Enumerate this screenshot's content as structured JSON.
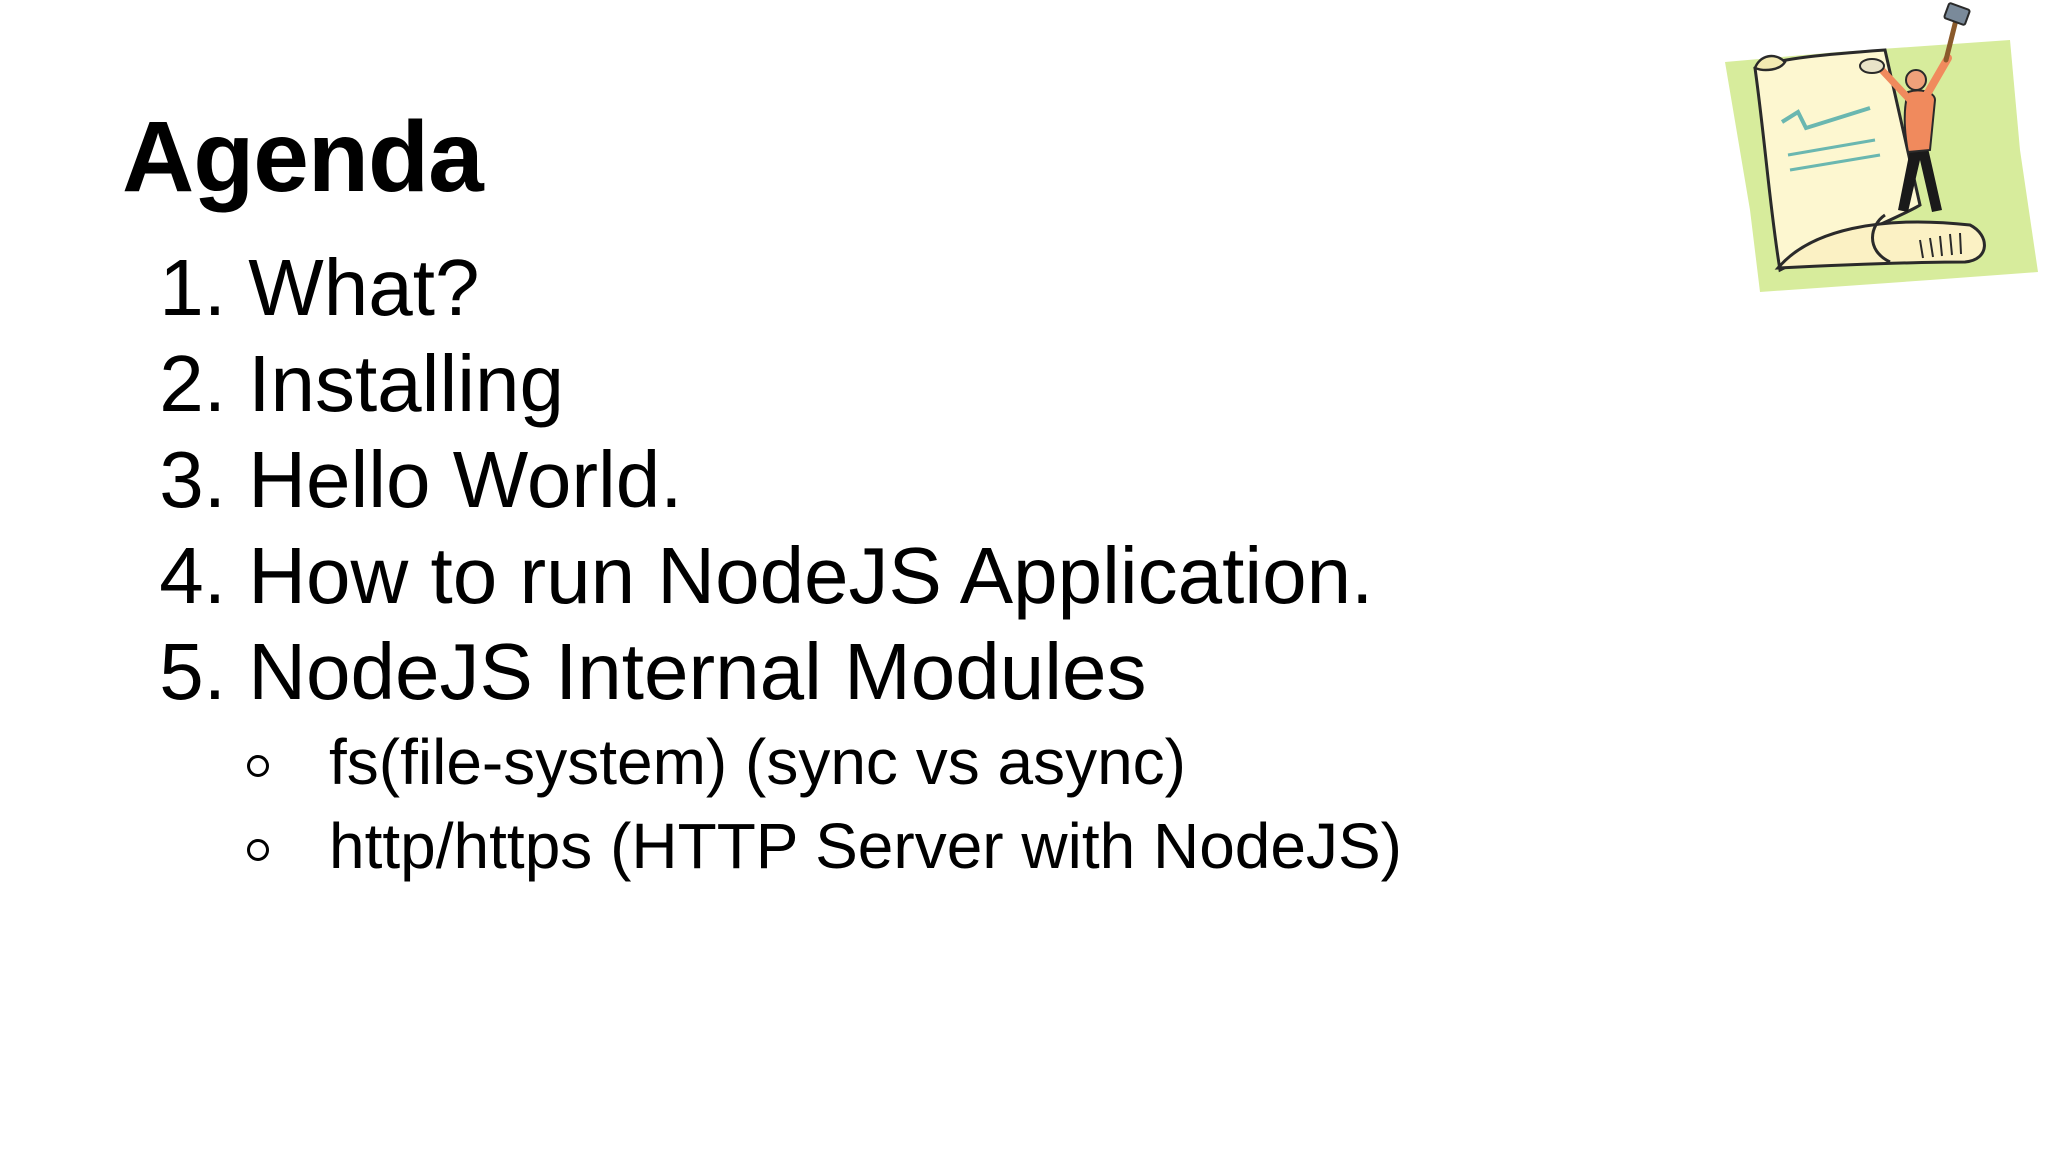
{
  "slide": {
    "title": "Agenda",
    "items": [
      {
        "number": "1.",
        "text": "What?"
      },
      {
        "number": "2.",
        "text": "Installing"
      },
      {
        "number": "3.",
        "text": "Hello World."
      },
      {
        "number": "4.",
        "text": "How to run NodeJS Application."
      },
      {
        "number": "5.",
        "text": "NodeJS Internal Modules"
      }
    ],
    "sub_items": [
      {
        "text": "fs(file-system) (sync vs async)"
      },
      {
        "text": "http/https (HTTP Server with NodeJS)"
      }
    ],
    "clipart_icon": "document-scroll-with-person-hammer-icon",
    "colors": {
      "background": "#ffffff",
      "text": "#000000",
      "clipart_backdrop": "#d7ec9c",
      "paper": "#fdf7d0",
      "person_shirt": "#f08a5d"
    }
  }
}
